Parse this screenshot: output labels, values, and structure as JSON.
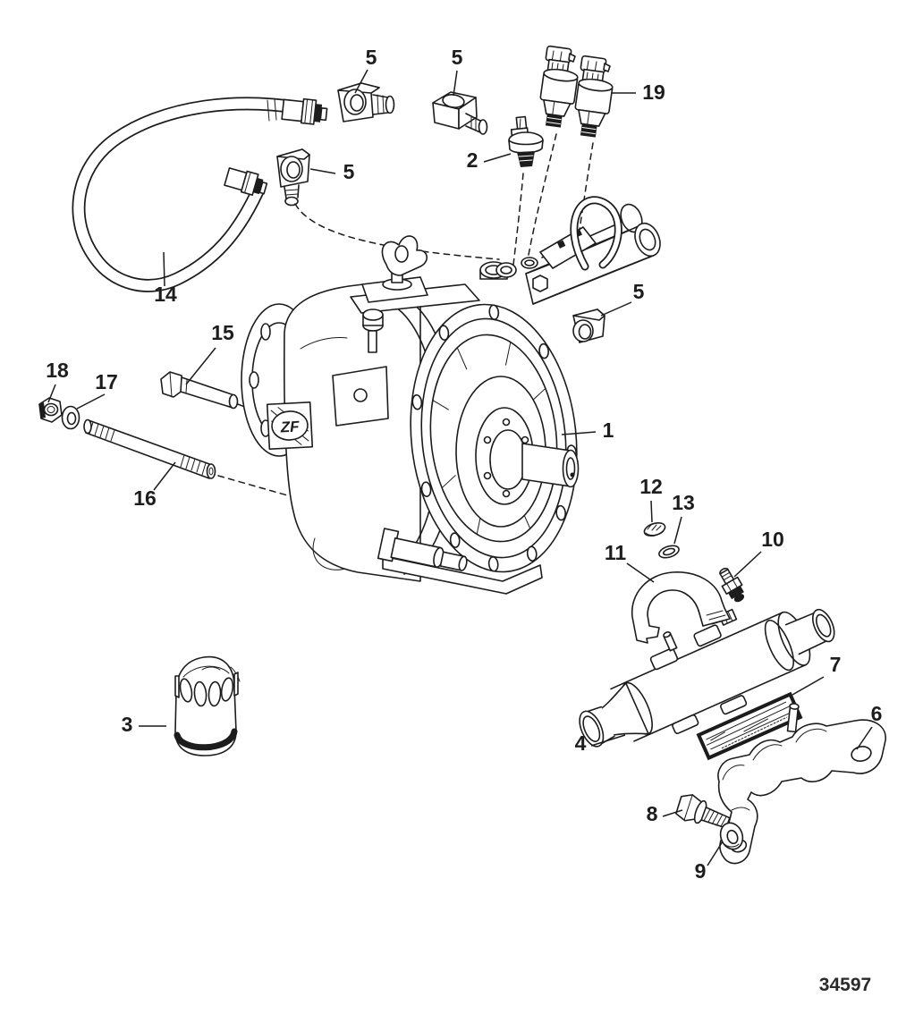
{
  "diagram": {
    "type": "exploded-parts-diagram",
    "subject": "marine-transmission-assembly",
    "drawing_number": "34597",
    "logo_text": "ZF",
    "callouts": [
      {
        "label": "5"
      },
      {
        "label": "5"
      },
      {
        "label": "2"
      },
      {
        "label": "19"
      },
      {
        "label": "5"
      },
      {
        "label": "14"
      },
      {
        "label": "15"
      },
      {
        "label": "18"
      },
      {
        "label": "17"
      },
      {
        "label": "16"
      },
      {
        "label": "1"
      },
      {
        "label": "5"
      },
      {
        "label": "12"
      },
      {
        "label": "13"
      },
      {
        "label": "11"
      },
      {
        "label": "10"
      },
      {
        "label": "7"
      },
      {
        "label": "6"
      },
      {
        "label": "4"
      },
      {
        "label": "8"
      },
      {
        "label": "9"
      },
      {
        "label": "3"
      }
    ]
  }
}
